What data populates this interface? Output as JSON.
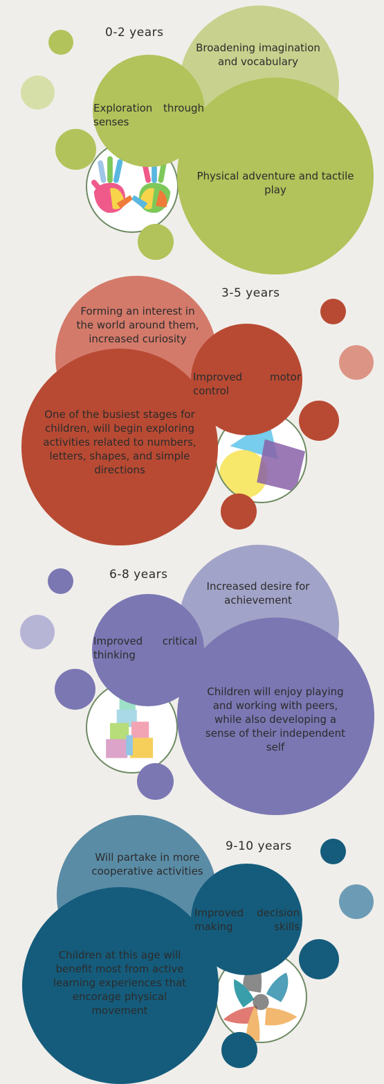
{
  "sections": [
    {
      "age": "0-2 years",
      "items": [
        "Broadening imagination and vocabulary",
        "Exploration through senses",
        "Physical adventure and tactile play"
      ],
      "art": "painted-hands-icon"
    },
    {
      "age": "3-5 years",
      "items": [
        "Forming an interest in the world around them, increased curiosity",
        "Improved motor control",
        "One of the busiest stages for children, will begin exploring activities related to numbers, letters, shapes, and simple directions"
      ],
      "art": "colored-shapes-icon"
    },
    {
      "age": "6-8 years",
      "items": [
        "Increased desire for achievement",
        "Improved critical thinking",
        "Children will enjoy playing and working with peers, while also developing a sense of their independent self"
      ],
      "art": "toy-blocks-icon"
    },
    {
      "age": "9-10 years",
      "items": [
        "Will partake in more cooperative activities",
        "Improved decision making skills",
        "Children at this age will benefit most from active learning experiences that encorage physical movement"
      ],
      "art": "joined-hands-icon"
    }
  ],
  "colors": {
    "green_light": "#c8d28e",
    "green": "#b1c35a",
    "green_pale": "#d6dfa8",
    "red_light": "#d47a6a",
    "red": "#b84a33",
    "red_pale": "#dc9585",
    "purple_light": "#a2a3c8",
    "purple": "#7b77b3",
    "purple_pale": "#b6b5d6",
    "teal_light": "#5a8ca6",
    "teal": "#155c7c",
    "teal_pale": "#6c9cb5"
  }
}
